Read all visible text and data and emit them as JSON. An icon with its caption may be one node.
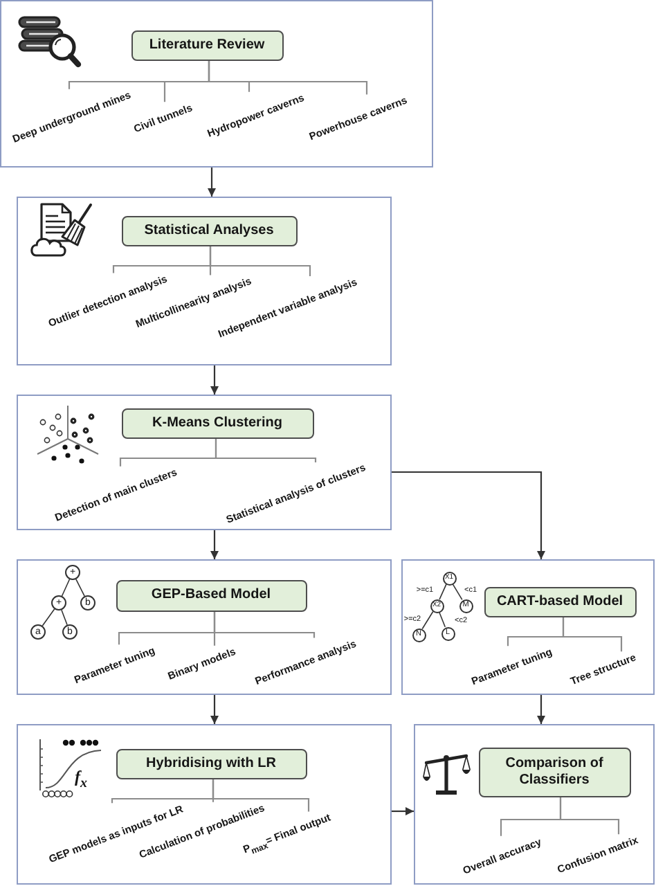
{
  "diagram": {
    "nodes": [
      {
        "text": [],
        "shape": "box"
      },
      {
        "text": [
          "Literature Review"
        ],
        "in": 0
      },
      {
        "text": [
          "Deep underground mines"
        ],
        "in": 0
      },
      {
        "text": [
          "Civil tunnels"
        ],
        "in": 0
      },
      {
        "text": [
          "Hydropower caverns"
        ],
        "in": 0
      },
      {
        "text": [
          "Powerhouse caverns"
        ],
        "in": 0
      },
      {
        "text": [],
        "shape": "box"
      },
      {
        "text": [
          "Statistical Analyses"
        ],
        "in": 6
      },
      {
        "text": [
          "Outlier detection analysis"
        ],
        "in": 6
      },
      {
        "text": [
          "Multicollinearity analysis"
        ],
        "in": 6
      },
      {
        "text": [
          "Independent variable analysis"
        ],
        "in": 6
      },
      {
        "text": [],
        "shape": "box"
      },
      {
        "text": [
          "K-Means Clustering"
        ],
        "in": 11
      },
      {
        "text": [
          "Detection of main clusters"
        ],
        "in": 11
      },
      {
        "text": [
          "Statistical analysis of clusters"
        ],
        "in": 11
      },
      {
        "text": [],
        "shape": "box"
      },
      {
        "text": [
          "+"
        ],
        "in": 15
      },
      {
        "text": [
          "+"
        ],
        "in": 15
      },
      {
        "text": [
          "b"
        ],
        "in": 15
      },
      {
        "text": [
          "a"
        ],
        "in": 15
      },
      {
        "text": [
          "b"
        ],
        "in": 15
      },
      {
        "text": [
          "GEP-Based Model"
        ],
        "in": 15
      },
      {
        "text": [
          "Parameter tuning"
        ],
        "in": 15
      },
      {
        "text": [
          "Binary models"
        ],
        "in": 15
      },
      {
        "text": [
          "Performance analysis"
        ],
        "in": 15
      },
      {
        "text": [],
        "shape": "box"
      },
      {
        "text": [
          "X1"
        ],
        "in": 25
      },
      {
        "text": [
          "X2"
        ],
        "in": 25
      },
      {
        "text": [
          "M"
        ],
        "in": 25
      },
      {
        "text": [
          "N"
        ],
        "in": 25
      },
      {
        "text": [
          "L"
        ],
        "in": 25
      },
      {
        "text": [
          "CART-based Model"
        ],
        "in": 25
      },
      {
        "text": [
          "Parameter tuning"
        ],
        "in": 25
      },
      {
        "text": [
          "Tree structure"
        ],
        "in": 25
      },
      {
        "text": [],
        "shape": "box"
      },
      {
        "text": [
          "Hybridising with LR"
        ],
        "in": 34
      },
      {
        "text": [
          "GEP models as inputs for LR"
        ],
        "in": 34
      },
      {
        "text": [
          "Calculation of probabilities"
        ],
        "in": 34
      },
      {
        "text": [
          "P$_{max}$= Final output"
        ],
        "in": 34
      },
      {
        "text": [],
        "shape": "box"
      },
      {
        "text": [
          "Comparison of Classifiers"
        ],
        "in": 39
      },
      {
        "text": [
          "Overall accuracy"
        ],
        "in": 39
      },
      {
        "text": [
          "Confusion matrix"
        ],
        "in": 39
      }
    ],
    "edges": [
      {
        "from": 0,
        "to": 6,
        "arrow": "to",
        "color": "#333333"
      },
      {
        "from": 6,
        "to": 11,
        "arrow": "to",
        "color": "#333333"
      },
      {
        "from": 11,
        "to": 15,
        "arrow": "to",
        "color": "#333333"
      },
      {
        "from": 11,
        "to": 25,
        "arrow": "to",
        "color": "#333333"
      },
      {
        "from": 15,
        "to": 34,
        "arrow": "to",
        "color": "#333333"
      },
      {
        "from": 25,
        "to": 39,
        "arrow": "to",
        "color": "#333333"
      },
      {
        "from": 34,
        "to": 39,
        "arrow": "to",
        "color": "#333333"
      },
      {
        "from": 1,
        "to": 2,
        "arrow": "none"
      },
      {
        "from": 1,
        "to": 3,
        "arrow": "none"
      },
      {
        "from": 1,
        "to": 4,
        "arrow": "none"
      },
      {
        "from": 1,
        "to": 5,
        "arrow": "none"
      },
      {
        "from": 7,
        "to": 8,
        "arrow": "none"
      },
      {
        "from": 7,
        "to": 9,
        "arrow": "none"
      },
      {
        "from": 7,
        "to": 10,
        "arrow": "none"
      },
      {
        "from": 12,
        "to": 13,
        "arrow": "none"
      },
      {
        "from": 12,
        "to": 14,
        "arrow": "none"
      },
      {
        "from": 21,
        "to": 22,
        "arrow": "none"
      },
      {
        "from": 21,
        "to": 23,
        "arrow": "none"
      },
      {
        "from": 21,
        "to": 24,
        "arrow": "none"
      },
      {
        "from": 31,
        "to": 32,
        "arrow": "none"
      },
      {
        "from": 31,
        "to": 33,
        "arrow": "none"
      },
      {
        "from": 35,
        "to": 36,
        "arrow": "none"
      },
      {
        "from": 35,
        "to": 37,
        "arrow": "none"
      },
      {
        "from": 35,
        "to": 38,
        "arrow": "none"
      },
      {
        "from": 40,
        "to": 41,
        "arrow": "none"
      },
      {
        "from": 40,
        "to": 42,
        "arrow": "none"
      },
      {
        "from": 16,
        "to": 17,
        "arrow": "none",
        "color": "#333333"
      },
      {
        "from": 16,
        "to": 18,
        "arrow": "none",
        "color": "#333333"
      },
      {
        "from": 17,
        "to": 19,
        "arrow": "none",
        "color": "#333333"
      },
      {
        "from": 17,
        "to": 20,
        "arrow": "none",
        "color": "#333333"
      },
      {
        "from": 26,
        "to": 27,
        "arrow": "none",
        "label": ">=c1",
        "color": "#333333"
      },
      {
        "from": 26,
        "to": 28,
        "arrow": "none",
        "label": "<c1",
        "color": "#333333"
      },
      {
        "from": 27,
        "to": 29,
        "arrow": "none",
        "label": ">=c2",
        "color": "#333333"
      },
      {
        "from": 27,
        "to": 30,
        "arrow": "none",
        "label": "<c2",
        "color": "#333333"
      }
    ],
    "labels": [
      "f$_{x}$"
    ]
  }
}
